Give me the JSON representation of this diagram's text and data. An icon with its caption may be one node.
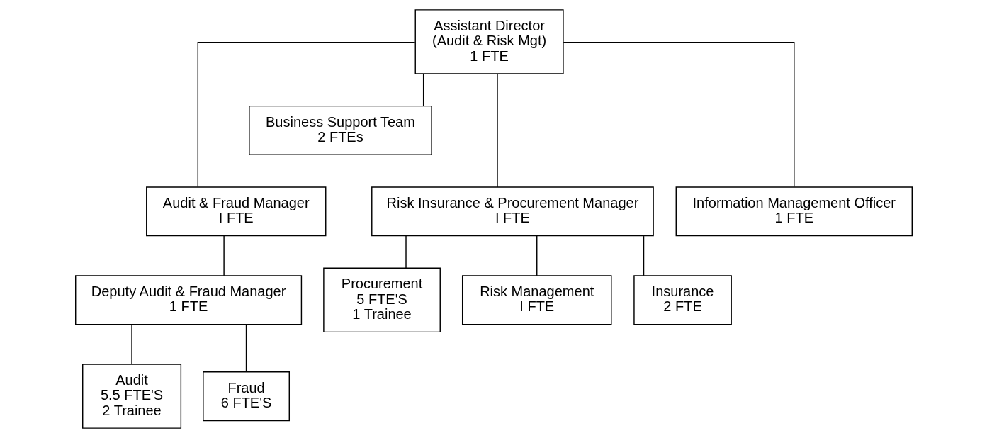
{
  "diagram": {
    "nodes": [
      {
        "text": [
          "Assistant Director",
          "(Audit & Risk Mgt)",
          "1 FTE"
        ]
      },
      {
        "text": [
          "Business Support Team",
          "2 FTEs"
        ]
      },
      {
        "text": [
          "Audit & Fraud Manager",
          "I FTE"
        ]
      },
      {
        "text": [
          "Risk Insurance & Procurement Manager",
          "I FTE"
        ]
      },
      {
        "text": [
          "Information Management Officer",
          "1 FTE"
        ]
      },
      {
        "text": [
          "Deputy Audit & Fraud Manager",
          "1 FTE"
        ]
      },
      {
        "text": [
          "Procurement",
          "5 FTE'S",
          "1 Trainee"
        ]
      },
      {
        "text": [
          "Risk Management",
          "I FTE"
        ]
      },
      {
        "text": [
          "Insurance",
          "2 FTE"
        ]
      },
      {
        "text": [
          "Audit",
          "5.5 FTE'S",
          "2 Trainee"
        ]
      },
      {
        "text": [
          "Fraud",
          "6 FTE'S"
        ]
      }
    ],
    "edges": [
      {
        "from": 0,
        "to": 1,
        "arrow": "none"
      },
      {
        "from": 0,
        "to": 2,
        "arrow": "none"
      },
      {
        "from": 0,
        "to": 3,
        "arrow": "none"
      },
      {
        "from": 0,
        "to": 4,
        "arrow": "none"
      },
      {
        "from": 2,
        "to": 5,
        "arrow": "none"
      },
      {
        "from": 3,
        "to": 6,
        "arrow": "none"
      },
      {
        "from": 3,
        "to": 7,
        "arrow": "none"
      },
      {
        "from": 3,
        "to": 8,
        "arrow": "none"
      },
      {
        "from": 5,
        "to": 9,
        "arrow": "none"
      },
      {
        "from": 5,
        "to": 10,
        "arrow": "none"
      }
    ]
  }
}
